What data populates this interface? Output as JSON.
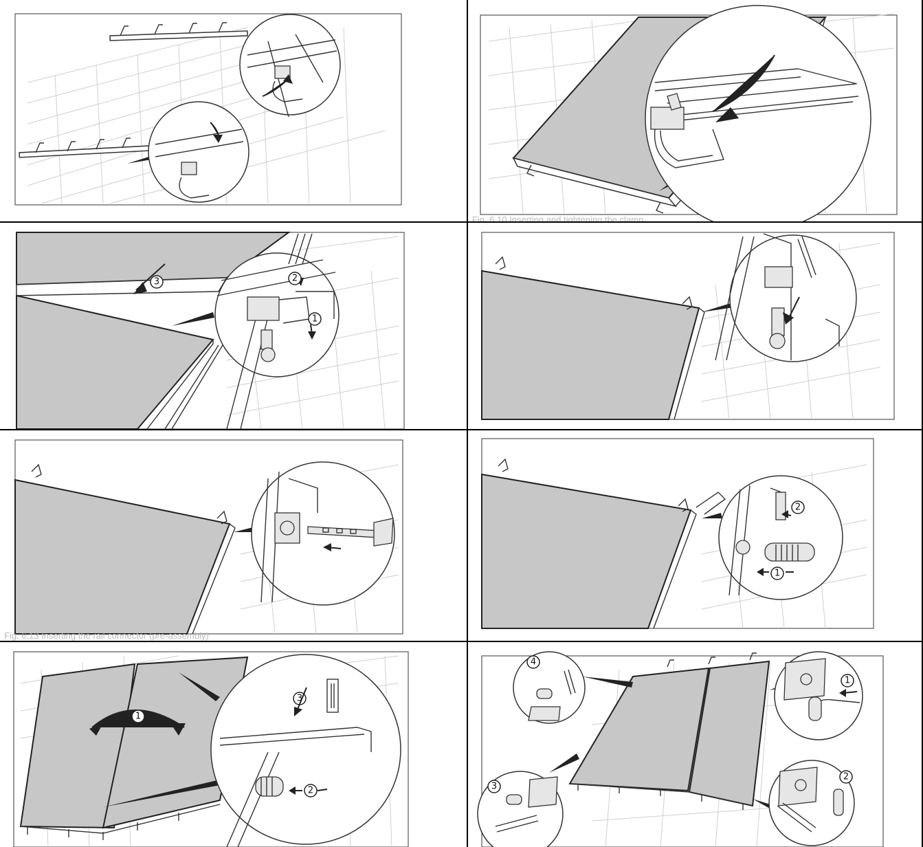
{
  "figures": [
    {
      "id": "fig1",
      "callouts": []
    },
    {
      "id": "fig2",
      "callouts": [],
      "caption": "Fig. 6.10 Inserting and tightening the clamp"
    },
    {
      "id": "fig3",
      "callouts": [
        "3",
        "2",
        "1"
      ]
    },
    {
      "id": "fig4",
      "callouts": []
    },
    {
      "id": "fig5",
      "callouts": [],
      "caption": "Fig. 6.13 Inserting the rail connector (pre-assembly)"
    },
    {
      "id": "fig6",
      "callouts": [
        "2",
        "1"
      ]
    },
    {
      "id": "fig7",
      "callouts": [
        "1",
        "3",
        "2"
      ]
    },
    {
      "id": "fig8",
      "callouts": [
        "4",
        "1",
        "3",
        "2"
      ]
    }
  ]
}
